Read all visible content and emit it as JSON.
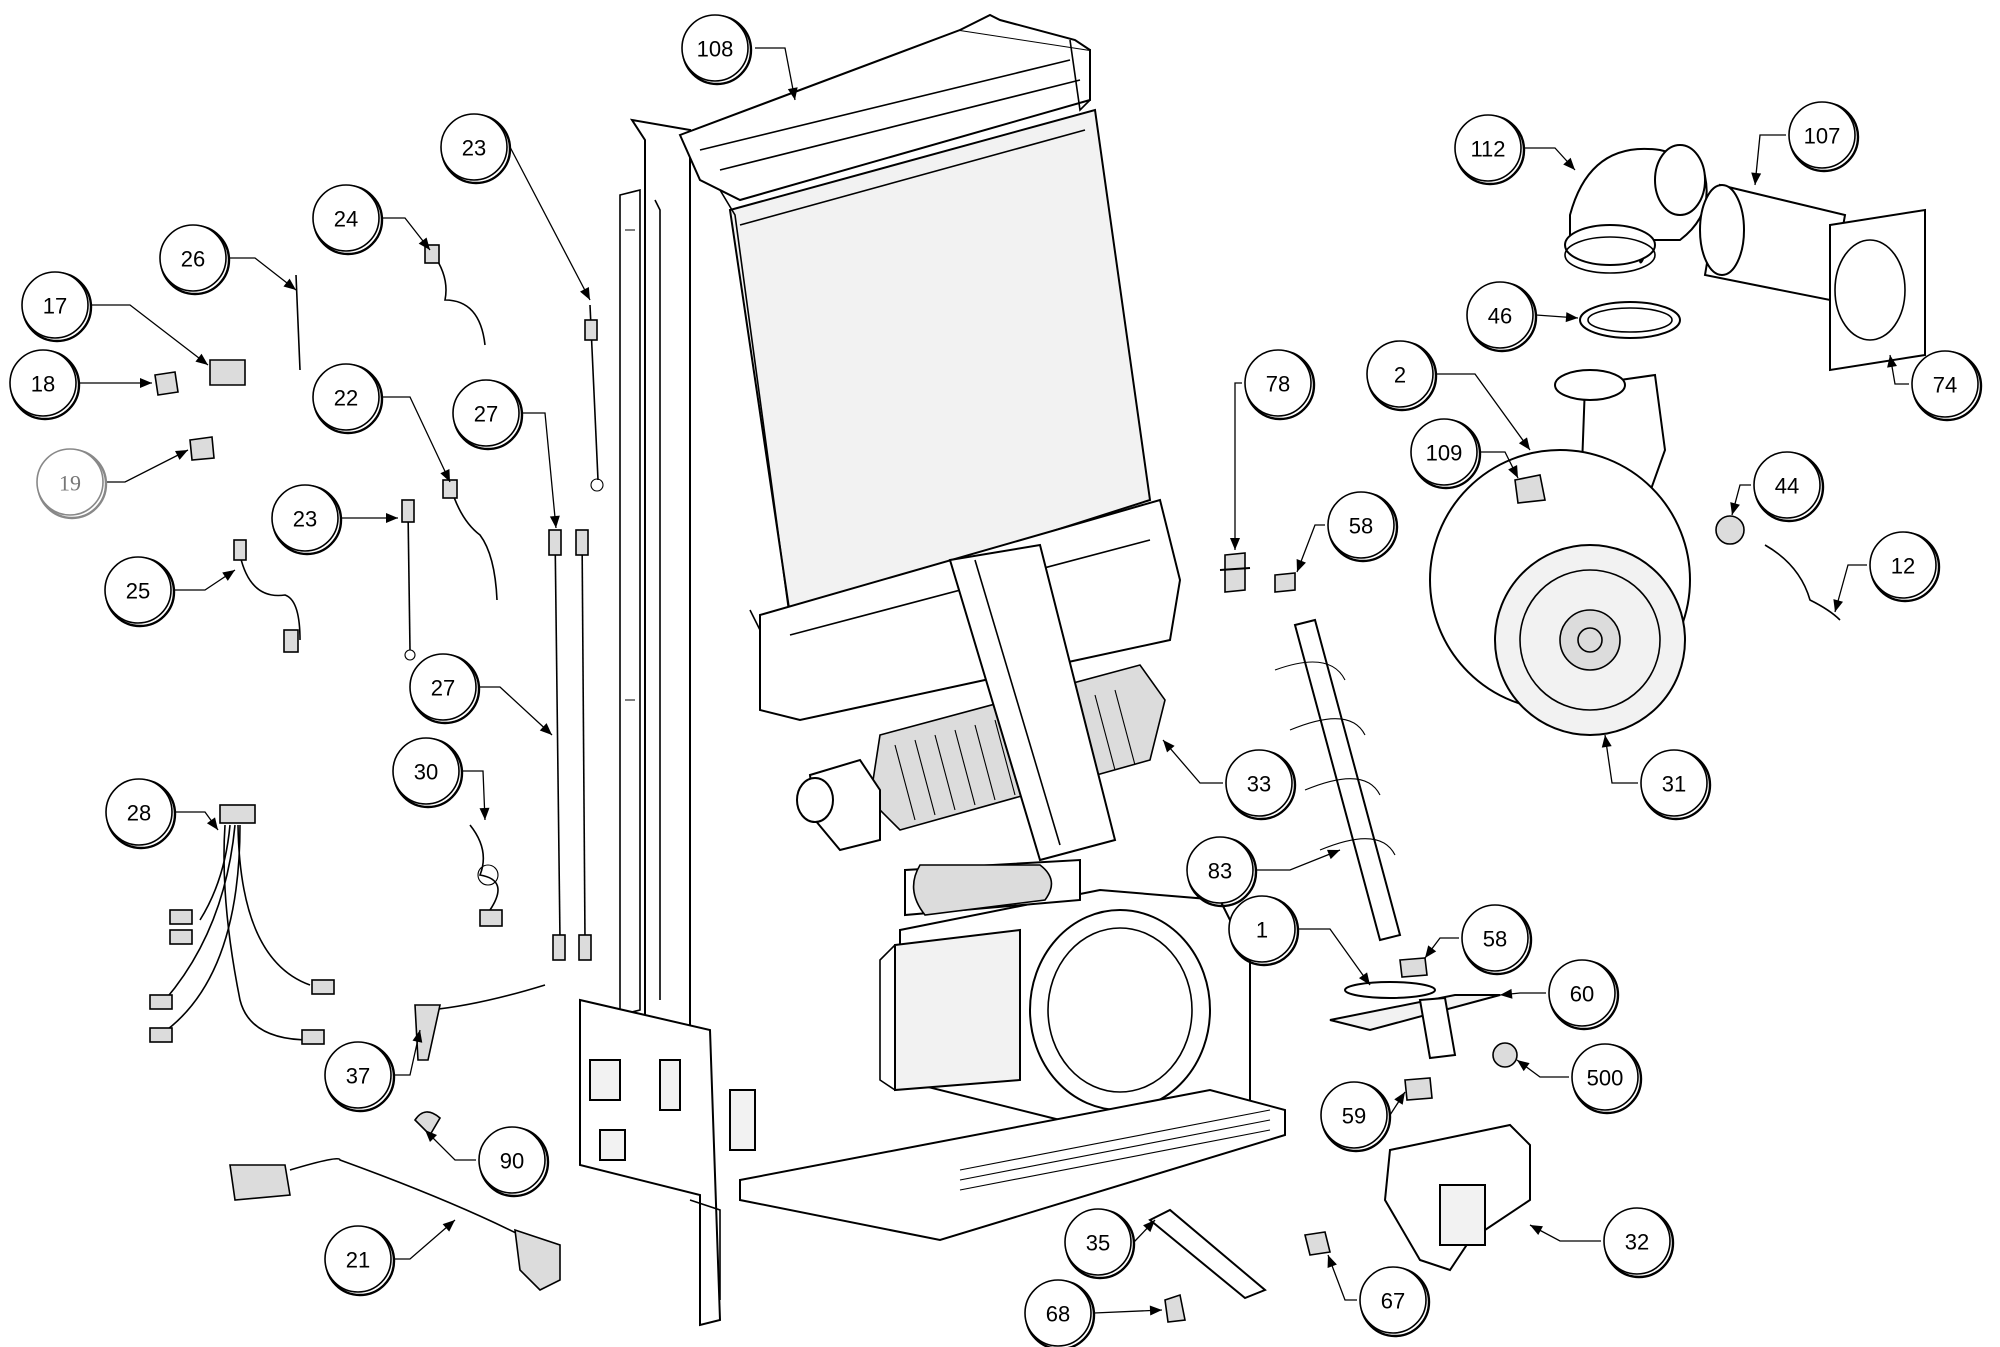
{
  "callouts": [
    {
      "id": "108",
      "label": "108"
    },
    {
      "id": "23a",
      "label": "23"
    },
    {
      "id": "24",
      "label": "24"
    },
    {
      "id": "26",
      "label": "26"
    },
    {
      "id": "17",
      "label": "17"
    },
    {
      "id": "18",
      "label": "18"
    },
    {
      "id": "19",
      "label": "19"
    },
    {
      "id": "22",
      "label": "22"
    },
    {
      "id": "27a",
      "label": "27"
    },
    {
      "id": "23b",
      "label": "23"
    },
    {
      "id": "25",
      "label": "25"
    },
    {
      "id": "27b",
      "label": "27"
    },
    {
      "id": "30",
      "label": "30"
    },
    {
      "id": "28",
      "label": "28"
    },
    {
      "id": "37",
      "label": "37"
    },
    {
      "id": "90",
      "label": "90"
    },
    {
      "id": "21",
      "label": "21"
    },
    {
      "id": "112",
      "label": "112"
    },
    {
      "id": "107",
      "label": "107"
    },
    {
      "id": "46",
      "label": "46"
    },
    {
      "id": "74",
      "label": "74"
    },
    {
      "id": "2",
      "label": "2"
    },
    {
      "id": "109",
      "label": "109"
    },
    {
      "id": "44",
      "label": "44"
    },
    {
      "id": "78",
      "label": "78"
    },
    {
      "id": "58a",
      "label": "58"
    },
    {
      "id": "12",
      "label": "12"
    },
    {
      "id": "31",
      "label": "31"
    },
    {
      "id": "33",
      "label": "33"
    },
    {
      "id": "83",
      "label": "83"
    },
    {
      "id": "1",
      "label": "1"
    },
    {
      "id": "58b",
      "label": "58"
    },
    {
      "id": "60",
      "label": "60"
    },
    {
      "id": "500",
      "label": "500"
    },
    {
      "id": "59",
      "label": "59"
    },
    {
      "id": "32",
      "label": "32"
    },
    {
      "id": "35",
      "label": "35"
    },
    {
      "id": "67",
      "label": "67"
    },
    {
      "id": "68",
      "label": "68"
    }
  ]
}
